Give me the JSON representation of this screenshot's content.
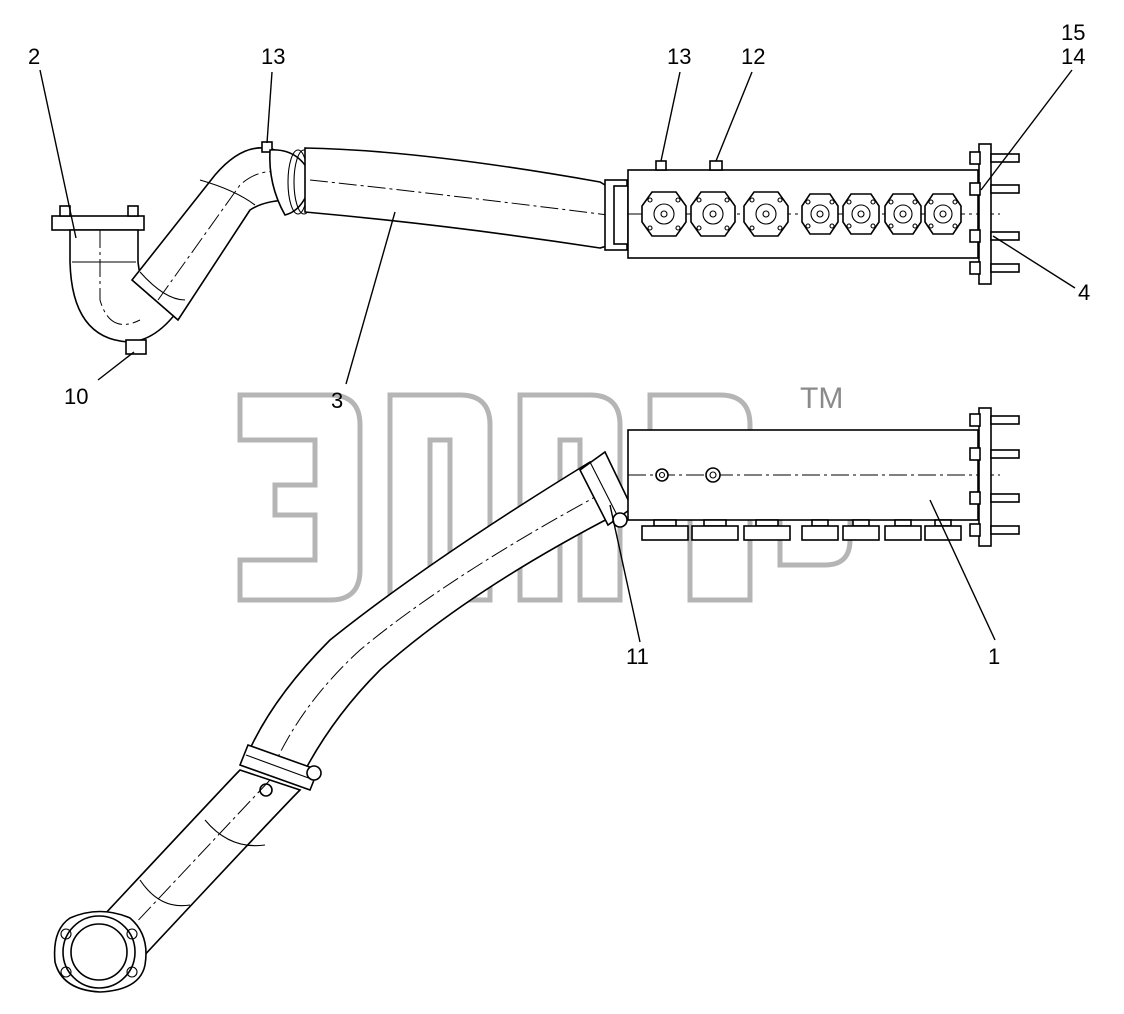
{
  "watermark": {
    "tm": "TM"
  },
  "callouts": [
    {
      "id": "c-2",
      "text": "2"
    },
    {
      "id": "c-13a",
      "text": "13"
    },
    {
      "id": "c-13b",
      "text": "13"
    },
    {
      "id": "c-12",
      "text": "12"
    },
    {
      "id": "c-15",
      "text": "15"
    },
    {
      "id": "c-14",
      "text": "14"
    },
    {
      "id": "c-4",
      "text": "4"
    },
    {
      "id": "c-10",
      "text": "10"
    },
    {
      "id": "c-3",
      "text": "3"
    },
    {
      "id": "c-11",
      "text": "11"
    },
    {
      "id": "c-1",
      "text": "1"
    }
  ]
}
